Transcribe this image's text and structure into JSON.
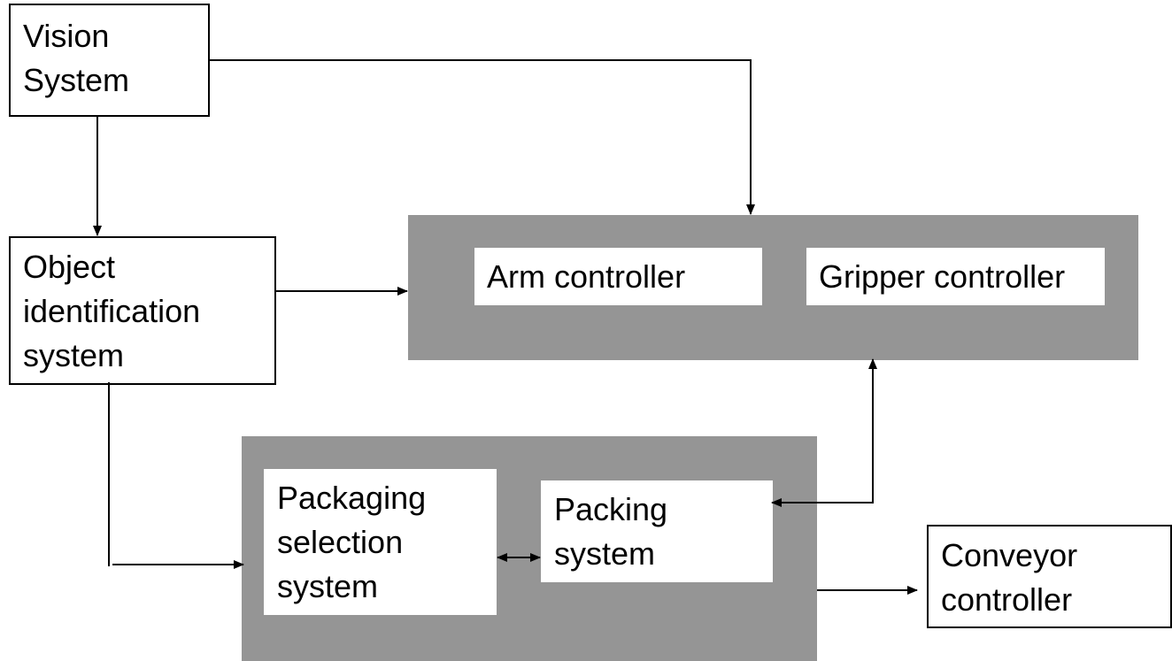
{
  "nodes": {
    "vision": "Vision\nSystem",
    "object_id": "Object\nidentification\nsystem",
    "arm": "Arm controller",
    "gripper": "Gripper controller",
    "packaging_selection": "Packaging\nselection\nsystem",
    "packing": "Packing\nsystem",
    "conveyor": "Conveyor\ncontroller"
  },
  "colors": {
    "group_fill": "#959595",
    "box_fill": "#ffffff",
    "line": "#000000"
  }
}
